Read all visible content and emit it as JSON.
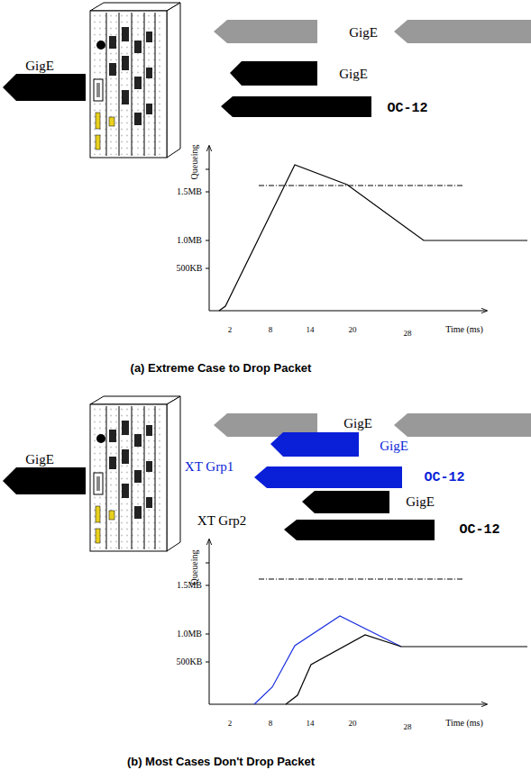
{
  "diagram": {
    "labels": [
      "GigE",
      "GigE",
      "GigE",
      "OC-12",
      "Queueing",
      "1.5MB",
      "1.0MB",
      "500KB",
      "2",
      "8",
      "14",
      "20",
      "28",
      "Time (ms)",
      "(a) Extreme Case to Drop Packet",
      "GigE",
      "GigE",
      "XT Grp1",
      "GigE",
      "OC-12",
      "XT Grp2",
      "GigE",
      "OC-12",
      "Queueing",
      "1.5MB",
      "1.0MB",
      "500KB",
      "2",
      "8",
      "14",
      "20",
      "28",
      "Time (ms)",
      "(b) Most Cases Don't Drop Packet"
    ]
  }
}
